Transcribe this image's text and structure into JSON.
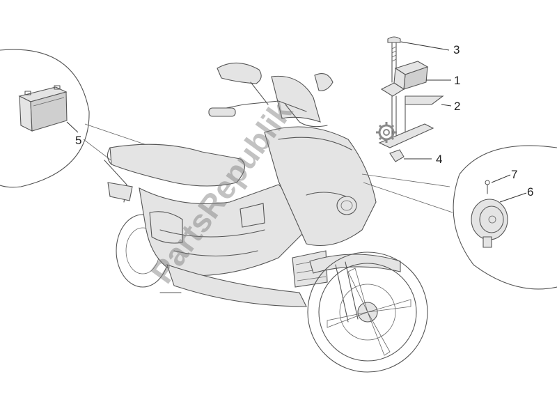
{
  "diagram": {
    "callouts": [
      {
        "id": "1",
        "label": "1"
      },
      {
        "id": "2",
        "label": "2"
      },
      {
        "id": "3",
        "label": "3"
      },
      {
        "id": "4",
        "label": "4"
      },
      {
        "id": "5",
        "label": "5"
      },
      {
        "id": "6",
        "label": "6"
      },
      {
        "id": "7",
        "label": "7"
      }
    ],
    "watermark": "PartsRepublik",
    "colors": {
      "line": "#555555",
      "fill": "#e4e4e4",
      "watermark": "#7a7a7a"
    }
  }
}
